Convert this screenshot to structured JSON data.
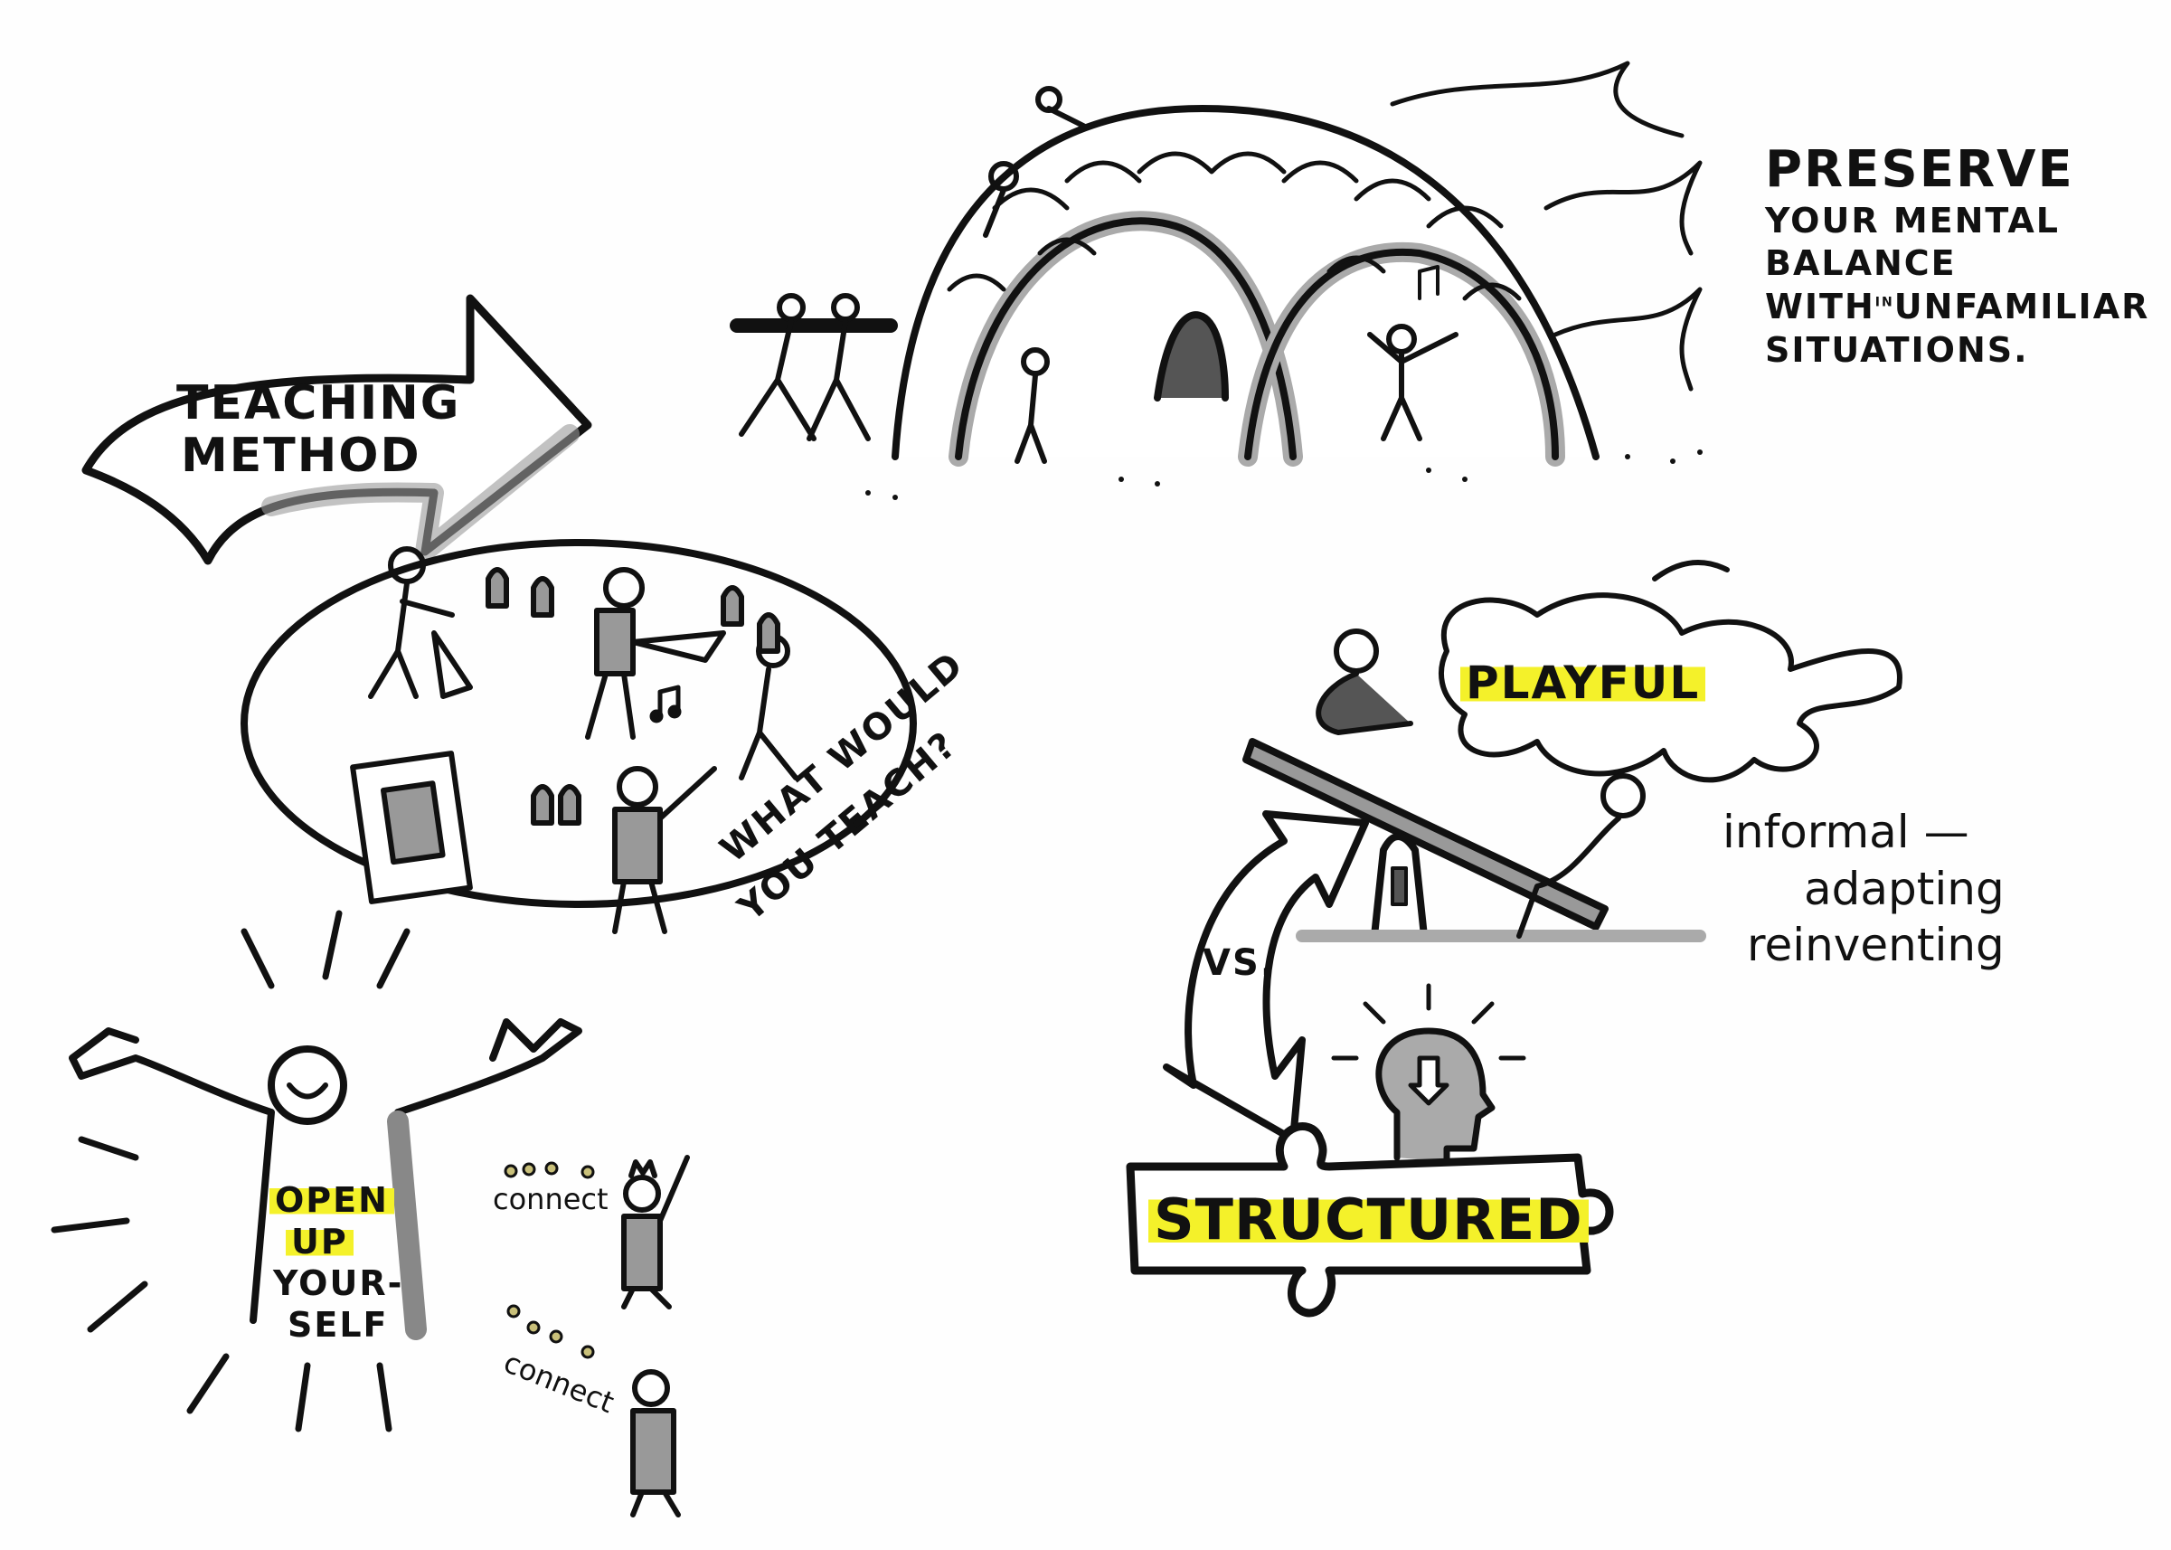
{
  "teaching": {
    "line1": "TEACHING",
    "line2": "METHOD"
  },
  "question": {
    "line1": "WHAT WOULD",
    "line2": "YOU TEACH?"
  },
  "preserve": {
    "line1": "PRESERVE",
    "line2": "YOUR MENTAL",
    "line3": "BALANCE",
    "line4a": "WITH",
    "line4sup": "IN",
    "line4b": "UNFAMILIAR",
    "line5": "SITUATIONS."
  },
  "playful": {
    "label": "PLAYFUL"
  },
  "informal": {
    "line1": "informal —",
    "line2": "adapting",
    "line3": "reinventing"
  },
  "versus": {
    "label": "VS."
  },
  "structured": {
    "label": "STRUCTURED"
  },
  "open_up": {
    "line1": "OPEN",
    "line2": "UP",
    "line3": "YOUR-",
    "line4": "SELF"
  },
  "connect": {
    "first": "connect",
    "second": "connect"
  },
  "colors": {
    "ink": "#111111",
    "highlight": "#f4f12a",
    "shade": "#9a9a9a"
  }
}
